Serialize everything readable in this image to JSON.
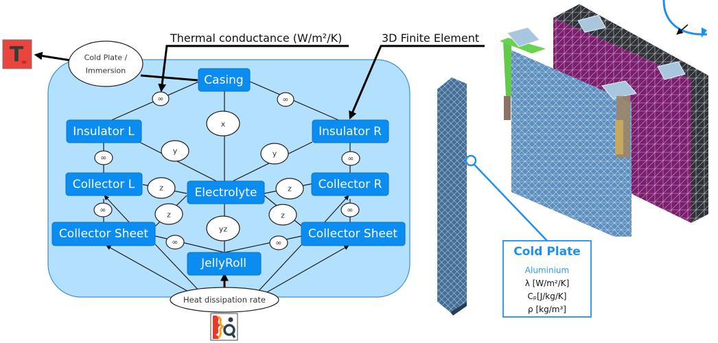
{
  "annotations": {
    "thermal_conductance": "Thermal conductance (W/m²/K)",
    "finite_element": "3D Finite Element"
  },
  "boundary": {
    "cold_plate_line1": "Cold Plate /",
    "cold_plate_line2": "Immersion",
    "heat_dissipation": "Heat dissipation rate",
    "t_icon_letter": "T",
    "t_icon_subscript": "∞"
  },
  "nodes": {
    "casing": "Casing",
    "insulator_l": "Insulator L",
    "insulator_r": "Insulator R",
    "collector_l": "Collector L",
    "collector_r": "Collector R",
    "electrolyte": "Electrolyte",
    "collector_sheet_l": "Collector Sheet",
    "collector_sheet_r": "Collector Sheet",
    "jellyroll": "JellyRoll"
  },
  "conductances": {
    "casing_insl": "∞",
    "casing_insr": "∞",
    "casing_elec": "x",
    "insl_elec": "y",
    "insr_elec": "y",
    "insl_coll": "∞",
    "insr_colr": "∞",
    "coll_elec": "z",
    "colr_elec": "z",
    "csl_elec": "z",
    "csr_elec": "z",
    "coll_csl": "∞",
    "colr_csr": "∞",
    "elec_jelly": "yz",
    "csl_jelly": "∞",
    "csr_jelly": "∞"
  },
  "cold_plate_box": {
    "title": "Cold Plate",
    "material": "Aluminium",
    "prop_conductivity": "λ [W/m²/K]",
    "prop_cp": "Cₚ[J/kg/K]",
    "prop_density": "ρ [kg/m³]"
  },
  "colors": {
    "node_fill": "#0a8cf0",
    "container_fill": "#b3e0fc",
    "accent_blue": "#1e90f0",
    "t_icon_red": "#e8453c",
    "casing_magenta": "#7a1f6e",
    "mesh_blue": "#4f86b8"
  }
}
